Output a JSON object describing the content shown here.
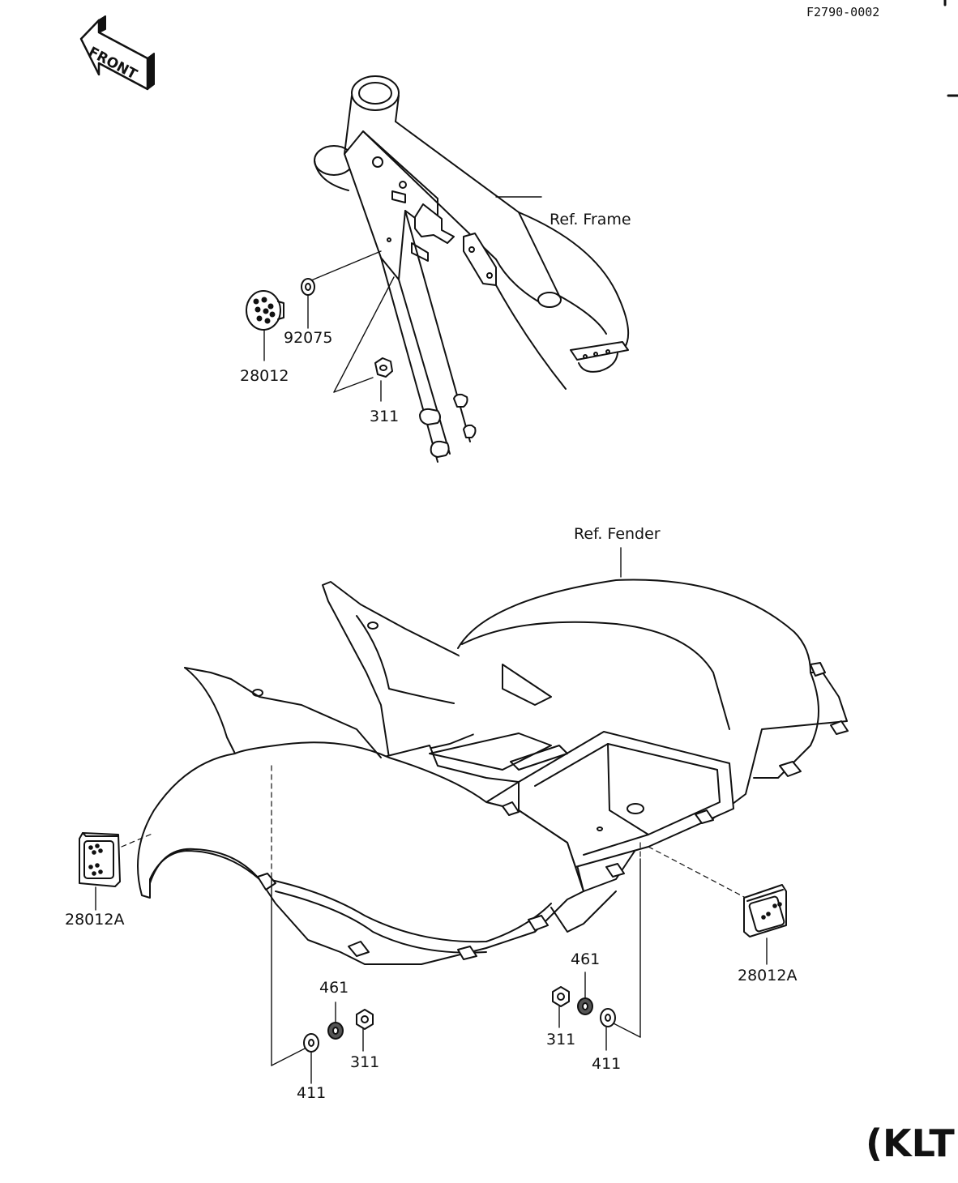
{
  "drawing_code": "F2790-0002",
  "front_arrow_label": "FRONT",
  "model_tag": "(KLT",
  "refs": {
    "frame": "Ref. Frame",
    "fender": "Ref. Fender"
  },
  "callouts": {
    "c92075": "92075",
    "c28012": "28012",
    "c311_top": "311",
    "c28012A_left": "28012A",
    "c28012A_right": "28012A",
    "c461_left": "461",
    "c311_left": "311",
    "c411_left": "411",
    "c461_right": "461",
    "c311_right": "311",
    "c411_right": "411"
  }
}
